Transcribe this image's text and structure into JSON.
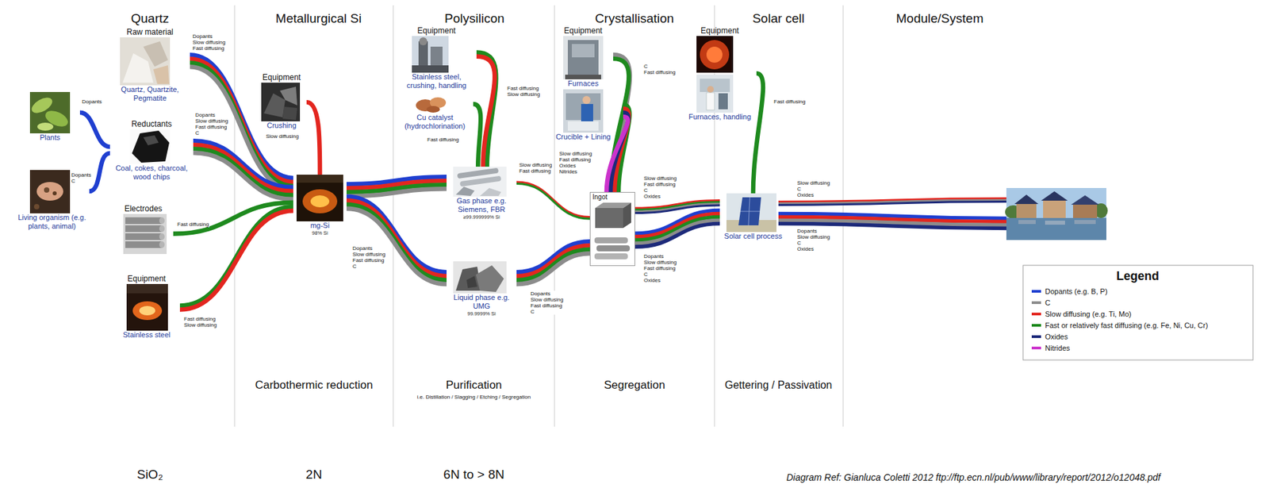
{
  "diagram": {
    "nodes": [
      {
        "text": [
          "Plants"
        ]
      },
      {
        "text": [
          "Living organism (e.g. plants, animal)"
        ]
      },
      {
        "text": [
          "Raw material",
          "Quartz, Quartzite, Pegmatite"
        ]
      },
      {
        "text": [
          "Reductants",
          "Coal, cokes, charcoal, wood chips"
        ]
      },
      {
        "text": [
          "Electrodes"
        ]
      },
      {
        "text": [
          "Equipment",
          "Stainless steel"
        ]
      },
      {
        "text": [
          "Equipment",
          "Crushing"
        ]
      },
      {
        "text": [
          "mg-Si",
          "98% Si"
        ]
      },
      {
        "text": [
          "Equipment",
          "Stainless steel, crushing, handling"
        ]
      },
      {
        "text": [
          "Cu catalyst (hydrochlorination)"
        ]
      },
      {
        "text": [
          "Gas phase e.g. Siemens, FBR",
          "≥99.999999% Si"
        ]
      },
      {
        "text": [
          "Liquid phase e.g. UMG",
          "99.9999% Si"
        ]
      },
      {
        "text": [
          "Equipment",
          "Furnaces"
        ]
      },
      {
        "text": [
          "Crucible + Lining"
        ]
      },
      {
        "text": [
          "Ingot"
        ]
      },
      {
        "text": [
          "Equipment",
          "Furnaces, handling"
        ]
      },
      {
        "text": [
          "Solar cell process"
        ]
      }
    ],
    "edges": [
      {
        "from": 0,
        "to": 3,
        "arrow": "none",
        "label": "Dopants"
      },
      {
        "from": 1,
        "to": 3,
        "arrow": "none",
        "label": "Dopants C"
      },
      {
        "from": 2,
        "to": 7,
        "arrow": "none",
        "label": "Dopants Slow diffusing Fast diffusing"
      },
      {
        "from": 3,
        "to": 7,
        "arrow": "none",
        "label": "Dopants Slow diffusing Fast diffusing C"
      },
      {
        "from": 4,
        "to": 7,
        "arrow": "none",
        "label": "Fast diffusing"
      },
      {
        "from": 5,
        "to": 7,
        "arrow": "none",
        "label": "Fast diffusing Slow diffusing"
      },
      {
        "from": 6,
        "to": 7,
        "arrow": "none",
        "label": "Slow diffusing"
      },
      {
        "from": 7,
        "to": 10,
        "arrow": "none"
      },
      {
        "from": 7,
        "to": 11,
        "arrow": "none",
        "label": "Dopants Slow diffusing Fast diffusing C"
      },
      {
        "from": 8,
        "to": 10,
        "arrow": "none",
        "label": "Fast diffusing Slow diffusing"
      },
      {
        "from": 9,
        "to": 10,
        "arrow": "none",
        "label": "Fast diffusing"
      },
      {
        "from": 10,
        "to": 14,
        "arrow": "none",
        "label": "Slow diffusing Fast diffusing"
      },
      {
        "from": 11,
        "to": 14,
        "arrow": "none",
        "label": "Dopants Slow diffusing Fast diffusing C"
      },
      {
        "from": 12,
        "to": 14,
        "arrow": "none",
        "label": "C Fast diffusing"
      },
      {
        "from": 13,
        "to": 14,
        "arrow": "none",
        "label": "Slow diffusing Fast diffusing Oxides Nitrides"
      },
      {
        "from": 14,
        "to": 16,
        "arrow": "none",
        "label": "Slow diffusing Fast diffusing C Oxides"
      },
      {
        "from": 14,
        "to": 16,
        "arrow": "none",
        "label": "Dopants Slow diffusing Fast diffusing C Oxides"
      },
      {
        "from": 15,
        "to": 16,
        "arrow": "none",
        "label": "Fast diffusing"
      }
    ],
    "labels": [
      "Quartz",
      "Metallurgical Si",
      "Polysilicon",
      "Crystallisation",
      "Solar cell",
      "Module/System",
      "SiO₂",
      "Carbothermic reduction",
      "2N",
      "Purification",
      "i.e. Distillation / Slagging / Etching / Segregation",
      "6N to > 8N",
      "Segregation",
      "Gettering / Passivation",
      "Slow diffusing C Oxides",
      "Dopants Slow diffusing C Oxides",
      "Legend",
      "Diagram Ref: Gianluca Coletti 2012 ftp://ftp.ecn.nl/pub/www/library/report/2012/o12048.pdf"
    ],
    "legend": [
      {
        "text": "Dopants (e.g. B, P)",
        "color": "#1f3fd0"
      },
      {
        "text": "C",
        "color": "#8c8c8c"
      },
      {
        "text": "Slow diffusing (e.g. Ti, Mo)",
        "color": "#e3261f"
      },
      {
        "text": "Fast or relatively fast diffusing (e.g. Fe, Ni, Cu, Cr)",
        "color": "#1e8a1e"
      },
      {
        "text": "Oxides",
        "color": "#1d2a7a"
      },
      {
        "text": "Nitrides",
        "color": "#cc33cc"
      }
    ]
  }
}
